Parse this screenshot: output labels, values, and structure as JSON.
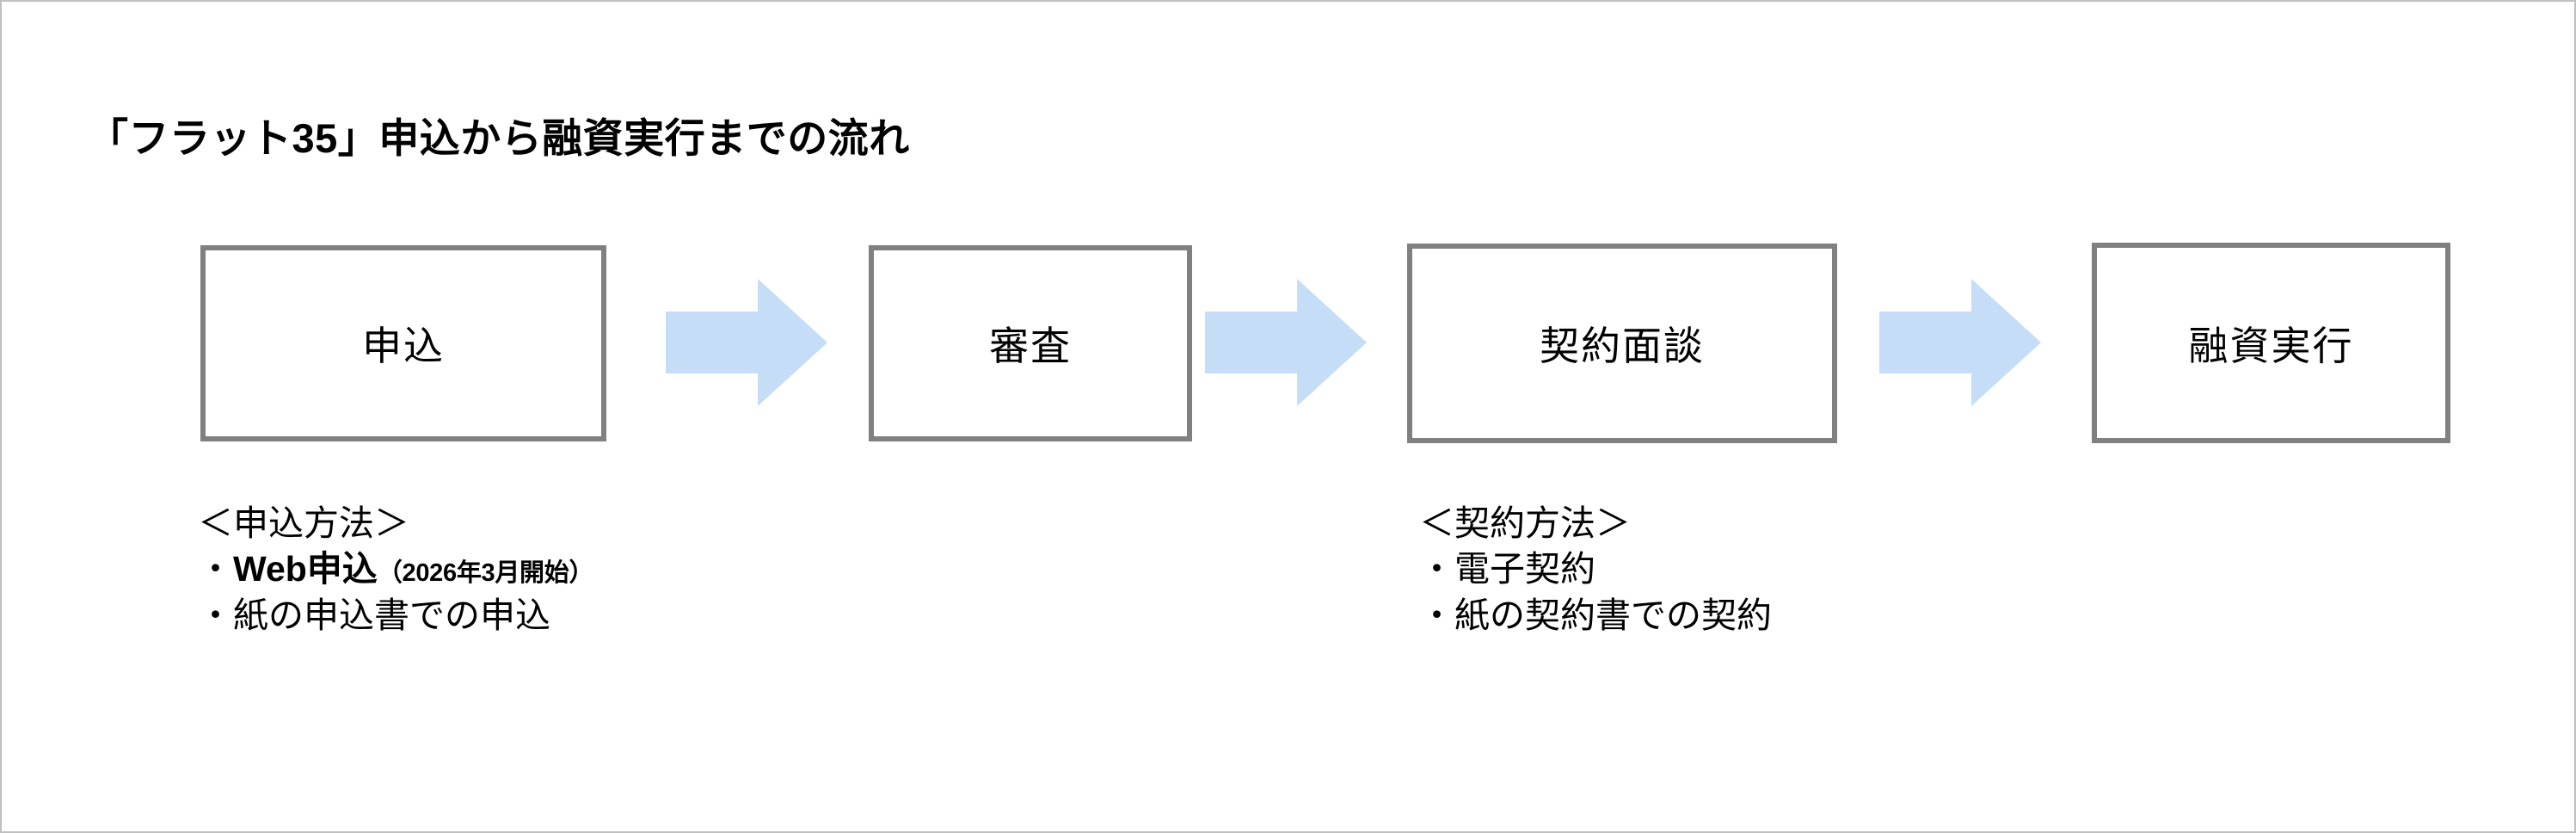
{
  "page": {
    "title": "「フラット35」申込から融資実行までの流れ",
    "background_color": "#ffffff",
    "border_color": "#c0c0c0"
  },
  "theme": {
    "box_border_color": "#808080",
    "box_fill_color": "#ffffff",
    "arrow_color": "#c6ddf7",
    "text_color": "#000000"
  },
  "flow": {
    "steps": [
      {
        "label": "申込"
      },
      {
        "label": "審査"
      },
      {
        "label": "契約面談"
      },
      {
        "label": "融資実行"
      }
    ],
    "arrows": [
      {
        "name": "arrow-application-to-review",
        "direction": "right"
      },
      {
        "name": "arrow-review-to-contract-meeting",
        "direction": "right"
      },
      {
        "name": "arrow-contract-meeting-to-disbursement",
        "direction": "right"
      }
    ]
  },
  "captions": [
    {
      "heading": "＜申込方法＞",
      "items": [
        {
          "bullet": "・",
          "main": "Web申込",
          "note": "（2026年3月開始）",
          "emphasis": true
        },
        {
          "bullet": "・",
          "main": "紙の申込書での申込",
          "note": "",
          "emphasis": false
        }
      ]
    },
    {
      "heading": "＜契約方法＞",
      "items": [
        {
          "bullet": "・",
          "main": "電子契約",
          "note": "",
          "emphasis": false
        },
        {
          "bullet": "・",
          "main": "紙の契約書での契約",
          "note": "",
          "emphasis": false
        }
      ]
    }
  ]
}
